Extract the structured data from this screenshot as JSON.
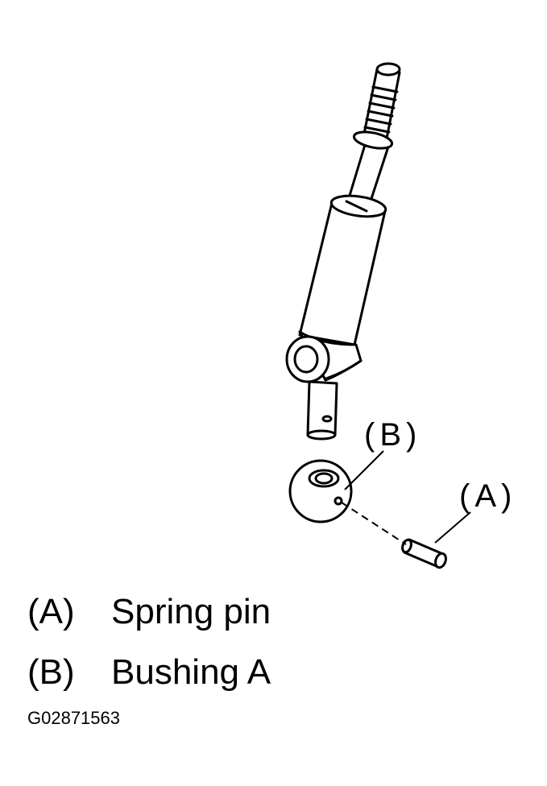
{
  "callouts": {
    "b": "(B)",
    "a": "(A)"
  },
  "legend": [
    {
      "key": "(A)",
      "label": "Spring pin"
    },
    {
      "key": "(B)",
      "label": "Bushing A"
    }
  ],
  "figure_code": "G02871563"
}
